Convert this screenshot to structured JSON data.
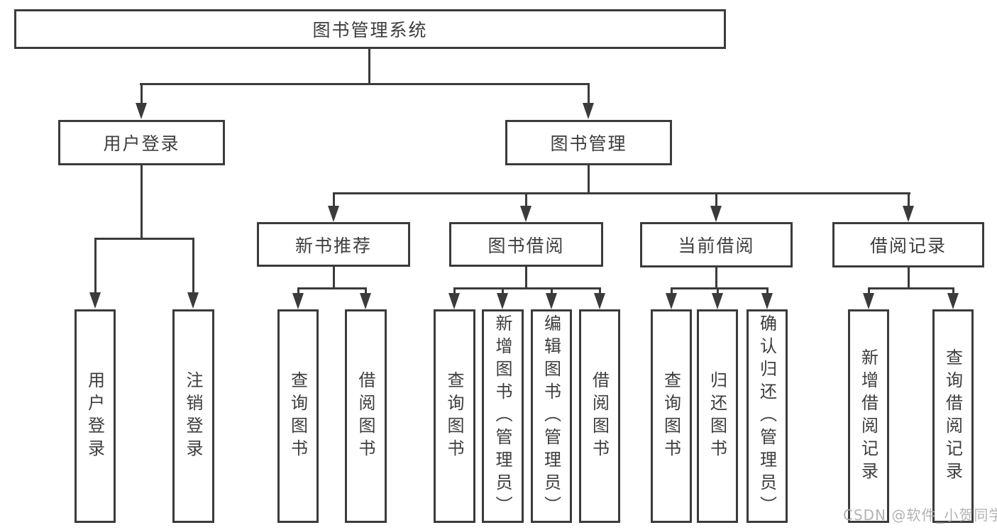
{
  "diagram": {
    "type": "tree",
    "title": "图书管理系统",
    "root": {
      "label": "图书管理系统"
    },
    "level2": [
      {
        "label": "用户登录"
      },
      {
        "label": "图书管理"
      }
    ],
    "level3": [
      {
        "label": "新书推荐"
      },
      {
        "label": "图书借阅"
      },
      {
        "label": "当前借阅"
      },
      {
        "label": "借阅记录"
      }
    ],
    "leaves": {
      "user_login": [
        {
          "label": "用户登录"
        },
        {
          "label": "注销登录"
        }
      ],
      "new_book": [
        {
          "label": "查询图书"
        },
        {
          "label": "借阅图书"
        }
      ],
      "book_borrow": [
        {
          "label": "查询图书"
        },
        {
          "label": "新增图书（管理员）"
        },
        {
          "label": "编辑图书（管理员）"
        },
        {
          "label": "借阅图书"
        }
      ],
      "current_borrow": [
        {
          "label": "查询图书"
        },
        {
          "label": "归还图书"
        },
        {
          "label": "确认归还（管理员）"
        }
      ],
      "records": [
        {
          "label": "新增借阅记录"
        },
        {
          "label": "查询借阅记录"
        }
      ]
    }
  },
  "watermark": "CSDN @软件_小贺同学",
  "colors": {
    "line": "#3b3b3b",
    "text": "#3d3d3d",
    "background": "#ffffff",
    "watermark": "#b3b3b3"
  }
}
